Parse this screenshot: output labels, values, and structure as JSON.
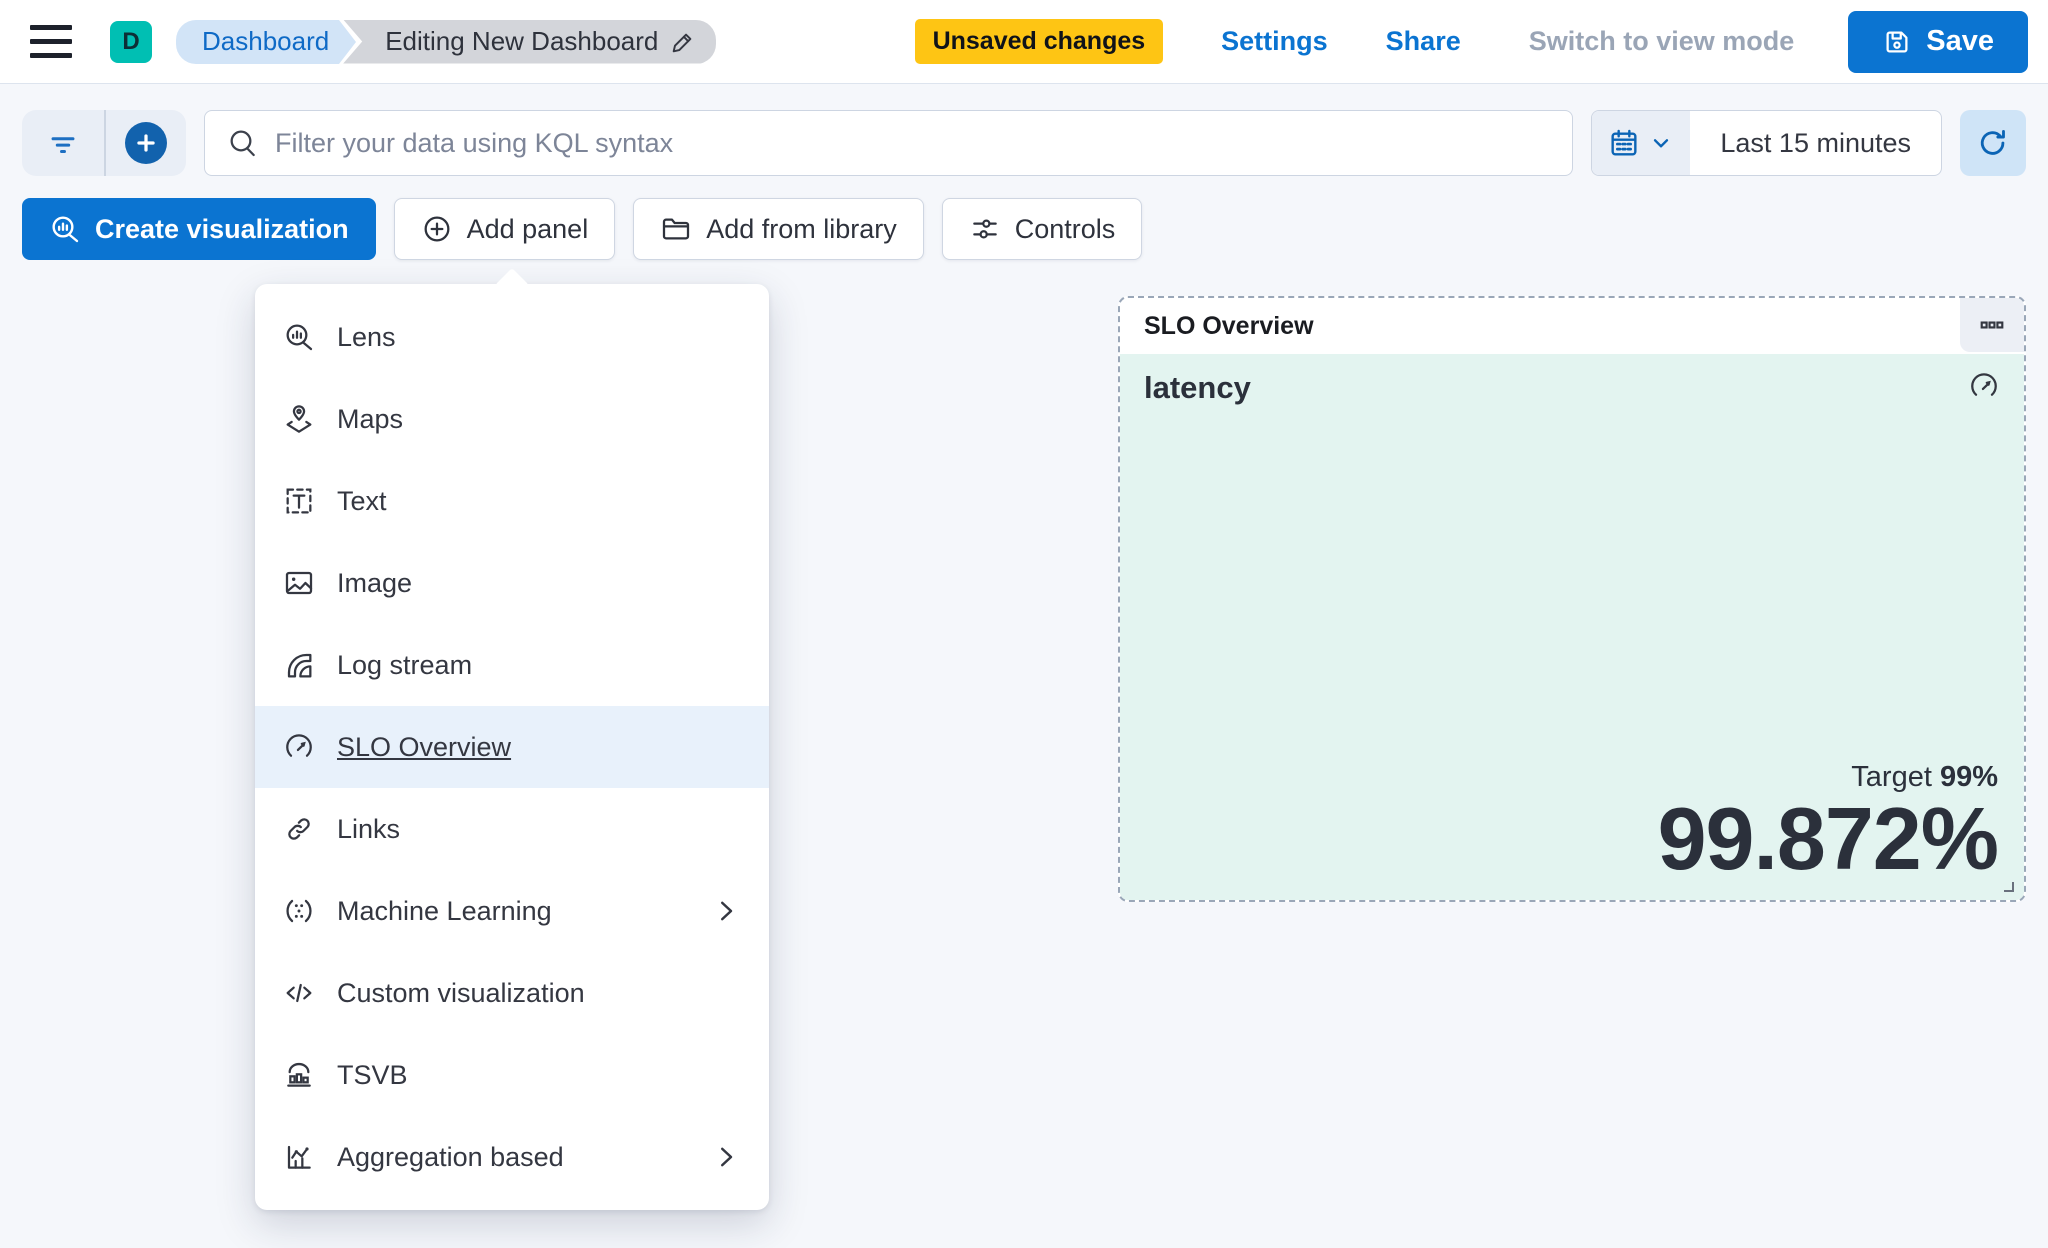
{
  "colors": {
    "primary_blue": "#0b74d1",
    "badge_yellow": "#fec514",
    "avatar_teal": "#00bfb3",
    "panel_mint": "#e3f4f0",
    "menu_highlight": "#e8f1fb",
    "breadcrumb_blue_bg": "#d2e4f7",
    "breadcrumb_gray_bg": "#d3d5da",
    "text_dark": "#343741"
  },
  "topbar": {
    "avatar_letter": "D",
    "breadcrumbs": [
      {
        "label": "Dashboard"
      },
      {
        "label": "Editing New Dashboard"
      }
    ],
    "badge": "Unsaved changes",
    "settings_label": "Settings",
    "share_label": "Share",
    "view_mode_label": "Switch to view mode",
    "save_label": "Save"
  },
  "querybar": {
    "search_placeholder": "Filter your data using KQL syntax",
    "time_range": "Last 15 minutes"
  },
  "toolbar": {
    "create_visualization_label": "Create visualization",
    "add_panel_label": "Add panel",
    "add_from_library_label": "Add from library",
    "controls_label": "Controls"
  },
  "add_panel_menu": {
    "items": [
      {
        "label": "Lens",
        "icon": "lens-icon",
        "highlighted": false,
        "has_submenu": false
      },
      {
        "label": "Maps",
        "icon": "maps-icon",
        "highlighted": false,
        "has_submenu": false
      },
      {
        "label": "Text",
        "icon": "text-icon",
        "highlighted": false,
        "has_submenu": false
      },
      {
        "label": "Image",
        "icon": "image-icon",
        "highlighted": false,
        "has_submenu": false
      },
      {
        "label": "Log stream",
        "icon": "log-stream-icon",
        "highlighted": false,
        "has_submenu": false
      },
      {
        "label": "SLO Overview",
        "icon": "gauge-icon",
        "highlighted": true,
        "has_submenu": false
      },
      {
        "label": "Links",
        "icon": "links-icon",
        "highlighted": false,
        "has_submenu": false
      },
      {
        "label": "Machine Learning",
        "icon": "machine-learning-icon",
        "highlighted": false,
        "has_submenu": true
      },
      {
        "label": "Custom visualization",
        "icon": "code-icon",
        "highlighted": false,
        "has_submenu": false
      },
      {
        "label": "TSVB",
        "icon": "tsvb-icon",
        "highlighted": false,
        "has_submenu": false
      },
      {
        "label": "Aggregation based",
        "icon": "aggregation-icon",
        "highlighted": false,
        "has_submenu": true
      }
    ]
  },
  "slo_panel": {
    "title": "SLO Overview",
    "metric_name": "latency",
    "target_label": "Target",
    "target_value": "99%",
    "value": "99.872%"
  }
}
